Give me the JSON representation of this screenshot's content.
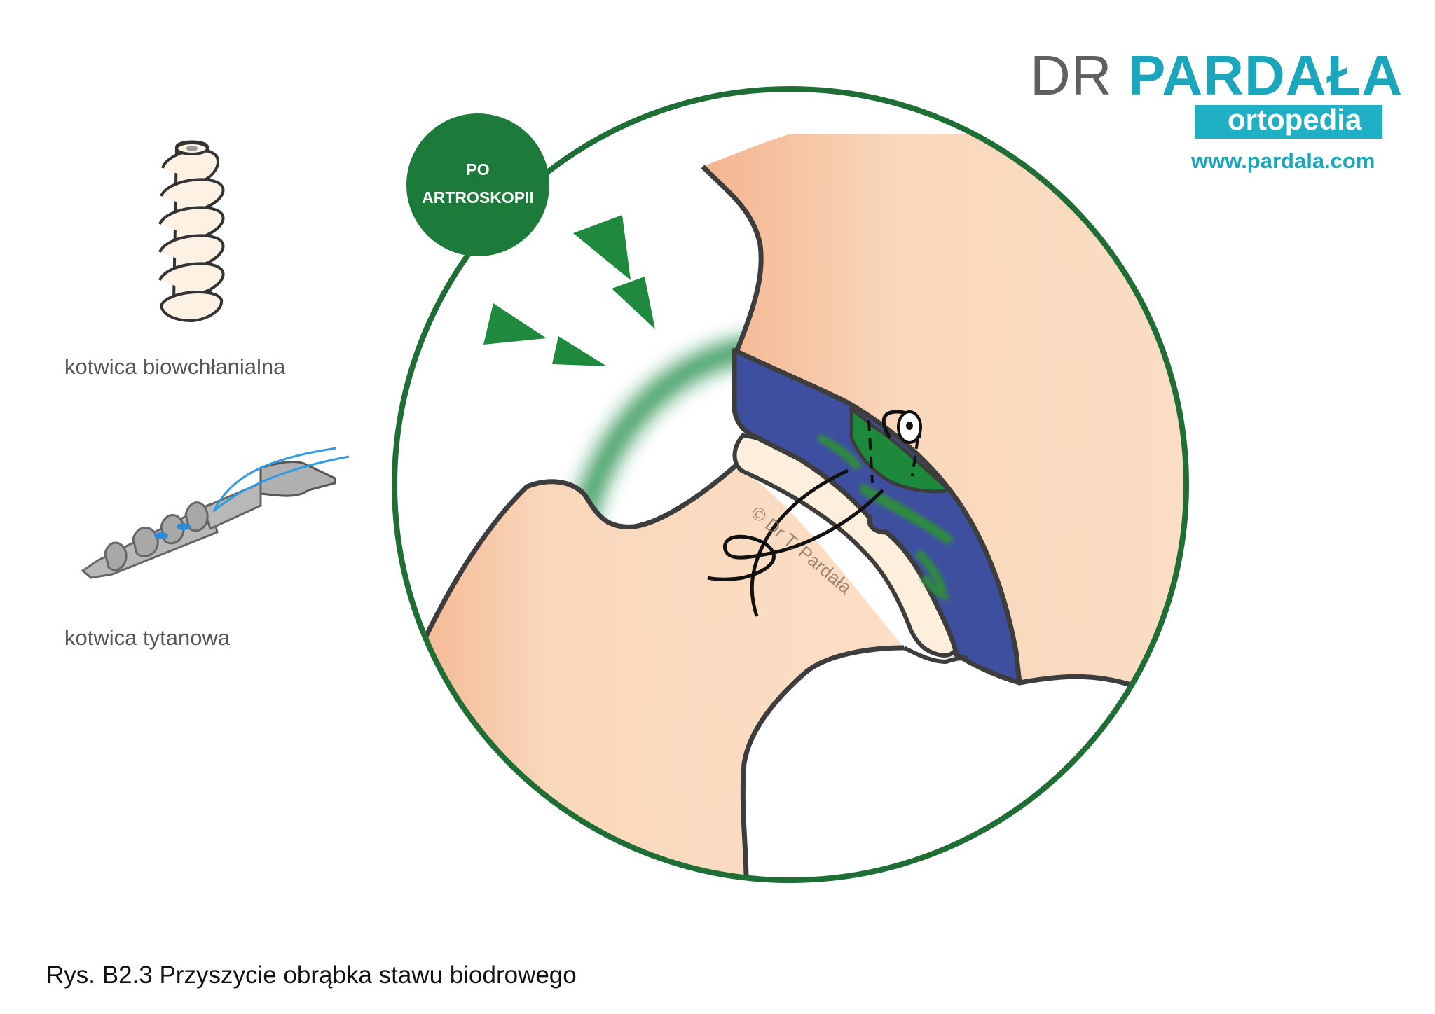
{
  "brand": {
    "prefix": "DR",
    "name": "PARDAŁA",
    "subtitle": "ortopedia",
    "url": "www.pardala.com",
    "colors": {
      "teal": "#1aa6bd",
      "grey": "#5f5f5f"
    }
  },
  "badge": {
    "line1": "PO",
    "line2": "ARTROSKOPII",
    "color": "#1c7a3a"
  },
  "legend": {
    "bioabsorbable_anchor": "kotwica biowchłanialna",
    "titanium_anchor": "kotwica tytanowa"
  },
  "watermark": "© Dr T. Pardała",
  "caption": "Rys. B2.3 Przyszycie obrąbka stawu biodrowego",
  "colors": {
    "bone": "#f9d8bc",
    "labrum": "#3f4fa0",
    "cartilage": "#fdf0e0",
    "ring": "#1f7a3c",
    "outline": "#3d3d3d"
  }
}
